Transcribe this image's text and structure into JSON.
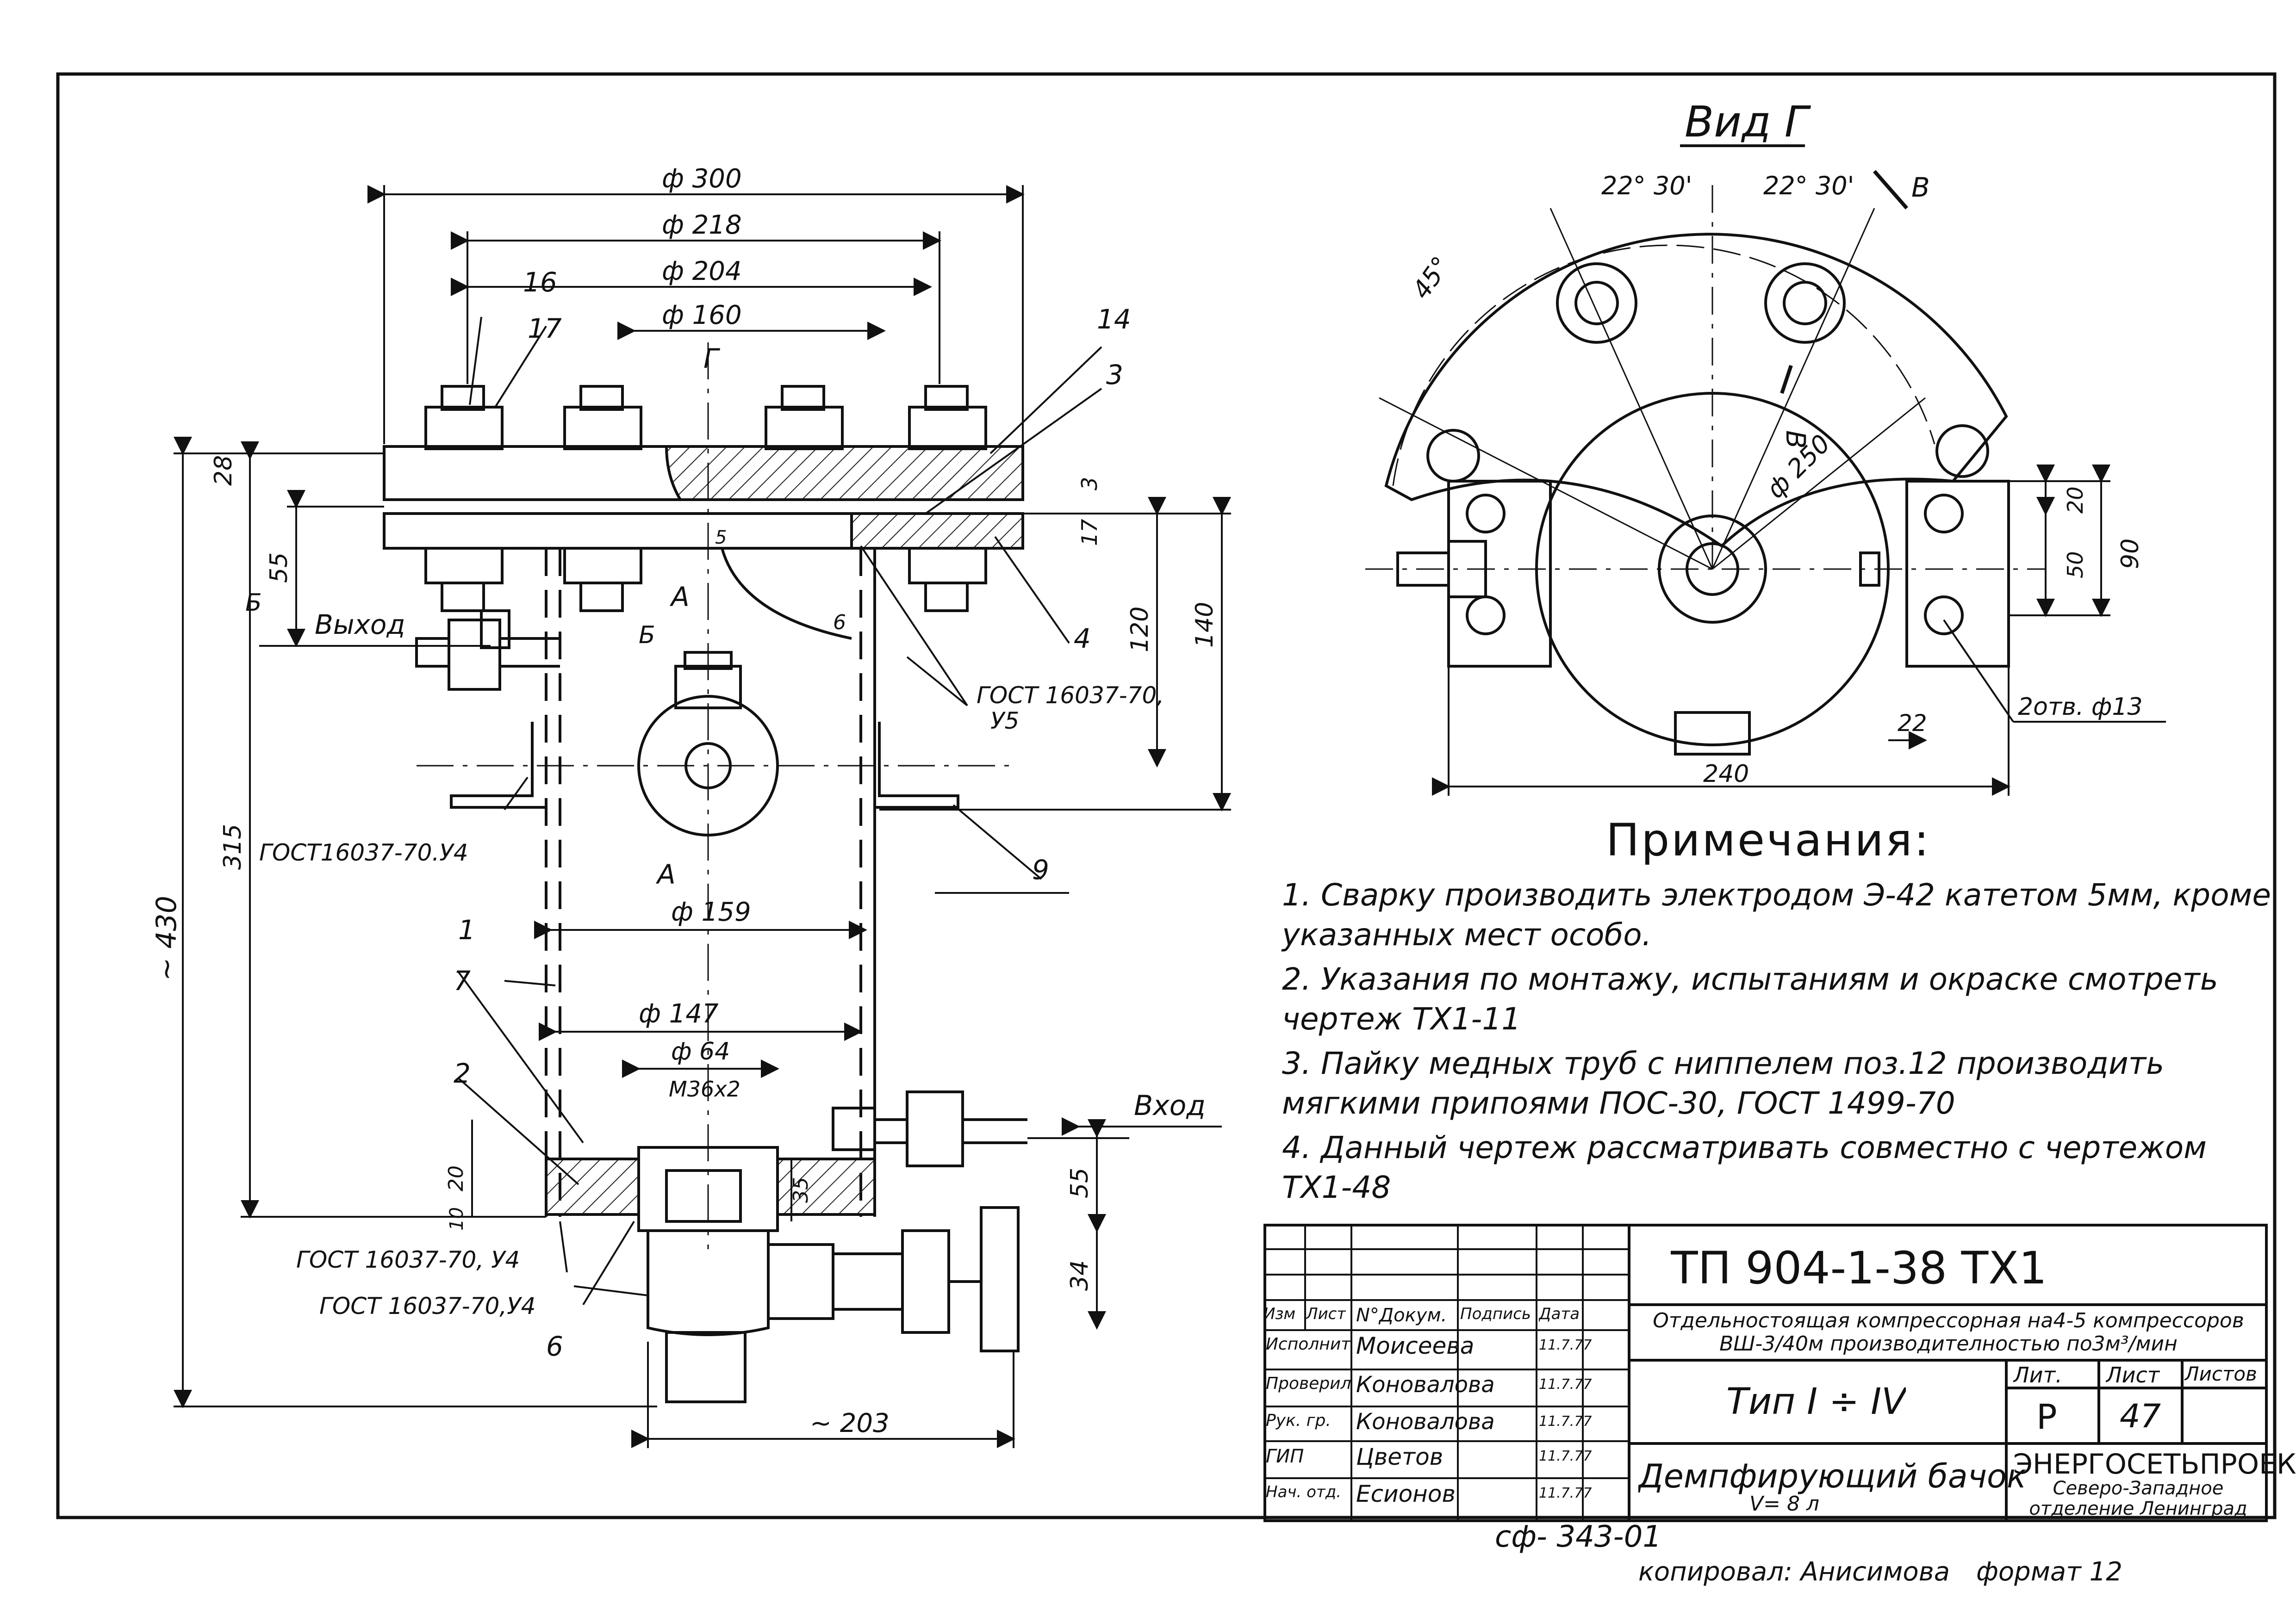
{
  "drawing": {
    "view_title": "Вид Г",
    "section_marks": {
      "g": "Г",
      "a": "А",
      "b": "Б",
      "v": "В"
    },
    "dimensions": {
      "d300": "ф 300",
      "d218": "ф 218",
      "d204": "ф 204",
      "d160": "ф 160",
      "d159": "ф 159",
      "d147": "ф 147",
      "d64": "ф 64",
      "thread": "М36х2",
      "h28": "28",
      "h55": "55",
      "h3": "3",
      "h17": "17",
      "h120": "120",
      "h140": "140",
      "h315": "315",
      "h430": "~ 430",
      "h20": "20",
      "h10": "10",
      "h35": "35",
      "h55b": "55",
      "h34": "34",
      "w203": "~ 203",
      "v5": "5",
      "ang1": "22° 30'",
      "ang2": "22° 30'",
      "ang45": "45°",
      "d250": "ф 250",
      "r20": "20",
      "r50": "50",
      "r90": "90",
      "w22": "22",
      "w240": "240",
      "holes": "2отв. ф13"
    },
    "labels": {
      "outlet": "Выход",
      "inlet": "Вход"
    },
    "welds": {
      "w1": "ГОСТ 16037-70,",
      "w1b": "У5",
      "w2": "ГОСТ16037-70.У4",
      "w3": "ГОСТ 16037-70, У4",
      "w4": "ГОСТ 16037-70,У4"
    },
    "positions": [
      "16",
      "17",
      "14",
      "3",
      "4",
      "6",
      "9",
      "1",
      "7",
      "2",
      "6"
    ]
  },
  "notes": {
    "title": "Примечания:",
    "items": [
      "1. Сварку производить электродом Э-42 катетом 5мм, кроме указанных мест особо.",
      "2. Указания по монтажу, испытаниям и окраске смотреть чертеж ТХ1-11",
      "3. Пайку медных труб с ниппелем поз.12 производить мягкими припоями ПОС-30, ГОСТ 1499-70",
      "4. Данный чертеж рассматривать совместно с чертежом ТХ1-48"
    ]
  },
  "title_block": {
    "doc_code": "ТП   904-1-38   ТХ1",
    "project": "Отдельностоящая компрессорная на4-5 компрессоров ВШ-3/40м производителностью по3м³/мин",
    "type": "Тип  I ÷ IV",
    "name": "Демпфирующий бачок",
    "volume": "V= 8 л",
    "org": "ЭНЕРГОСЕТЬПРОЕКТ",
    "org_sub": "Северо-Западное отделение Ленинград",
    "headers": {
      "izm": "Изм",
      "list": "Лист",
      "doc": "N°Докум.",
      "sign": "Подпись",
      "date": "Дата",
      "lit": "Лит.",
      "sheet": "Лист",
      "sheets": "Листов"
    },
    "lit_value": "Р",
    "sheet_value": "47",
    "staff": [
      {
        "role": "Исполнит",
        "name": "Моисеева",
        "date": "11.7.77"
      },
      {
        "role": "Проверил",
        "name": "Коновалова",
        "date": "11.7.77"
      },
      {
        "role": "Рук. гр.",
        "name": "Коновалова",
        "date": "11.7.77"
      },
      {
        "role": "ГИП",
        "name": "Цветов",
        "date": "11.7.77"
      },
      {
        "role": "Нач. отд.",
        "name": "Есионов",
        "date": "11.7.77"
      }
    ]
  },
  "below": {
    "code": "сф- 343-01",
    "copied": "копировал:  Анисимова",
    "format": "формат 12"
  }
}
